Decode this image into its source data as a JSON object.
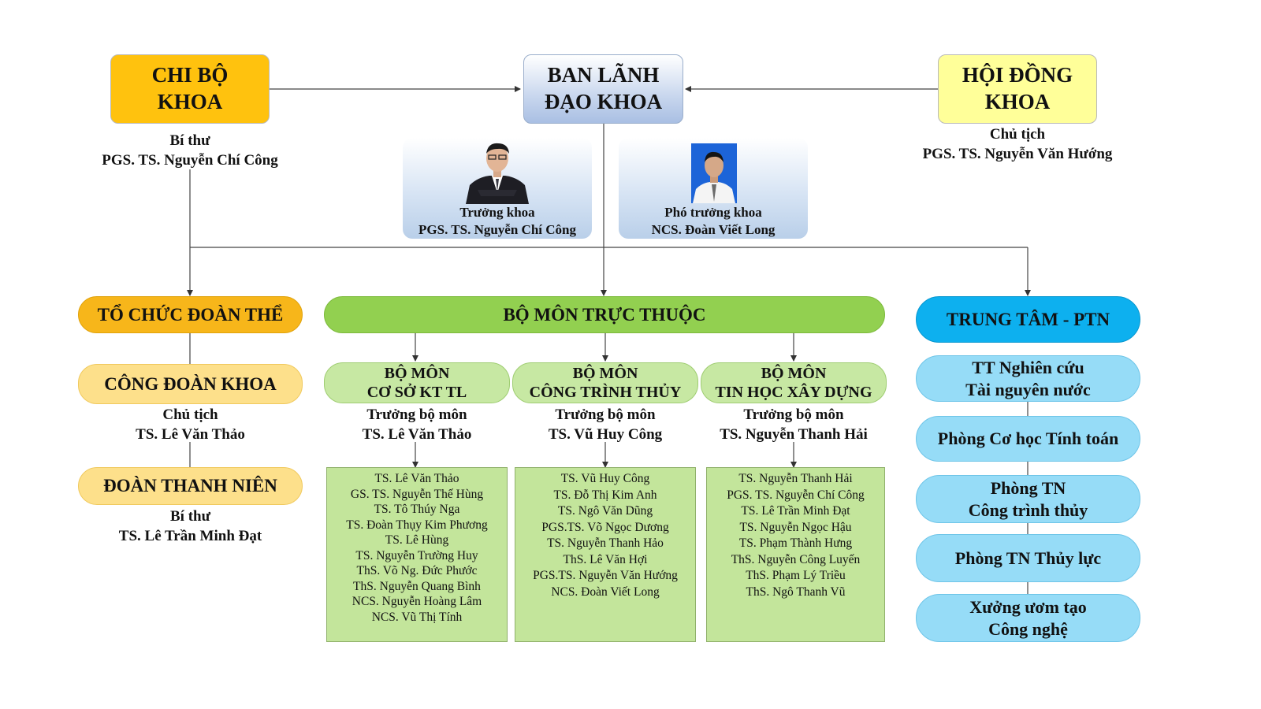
{
  "chi_bo": {
    "line1": "CHI BỘ",
    "line2": "KHOA",
    "caption1": "Bí thư",
    "caption2": "PGS. TS. Nguyễn Chí Công"
  },
  "ban_lanh_dao": {
    "line1": "BAN LÃNH",
    "line2": "ĐẠO KHOA"
  },
  "hoi_dong": {
    "line1": "HỘI ĐỒNG",
    "line2": "KHOA",
    "caption1": "Chủ tịch",
    "caption2": "PGS. TS. Nguyễn Văn Hướng"
  },
  "truong_khoa": {
    "role": "Trưởng khoa",
    "name": "PGS. TS. Nguyễn Chí Công"
  },
  "pho_truong_khoa": {
    "role": "Phó trưởng khoa",
    "name": "NCS. Đoàn Viết Long"
  },
  "to_chuc": {
    "title": "TỔ CHỨC ĐOÀN THỂ"
  },
  "cong_doan": {
    "title": "CÔNG ĐOÀN KHOA",
    "caption1": "Chủ tịch",
    "caption2": "TS. Lê Văn Thảo"
  },
  "doan_thanh_nien": {
    "title": "ĐOÀN THANH NIÊN",
    "caption1": "Bí thư",
    "caption2": "TS. Lê Trần Minh Đạt"
  },
  "bo_mon_truc_thuoc": {
    "title": "BỘ MÔN TRỰC THUỘC"
  },
  "departments": [
    {
      "line1": "BỘ MÔN",
      "line2": "CƠ SỞ KT TL",
      "caption1": "Trưởng bộ môn",
      "caption2": "TS. Lê Văn Thảo",
      "members": [
        "TS. Lê Văn Thảo",
        "GS. TS. Nguyễn Thế Hùng",
        "TS. Tô Thúy Nga",
        "TS. Đoàn Thụy Kim Phương",
        "TS. Lê Hùng",
        "TS. Nguyễn Trường Huy",
        "ThS. Võ Ng. Đức Phước",
        "ThS. Nguyễn Quang Bình",
        "NCS. Nguyễn Hoàng Lâm",
        "NCS. Vũ Thị Tính"
      ]
    },
    {
      "line1": "BỘ MÔN",
      "line2": "CÔNG TRÌNH THỦY",
      "caption1": "Trưởng bộ môn",
      "caption2": "TS. Vũ Huy Công",
      "members": [
        "TS. Vũ Huy Công",
        "TS. Đỗ Thị Kim Anh",
        "TS. Ngô Văn Dũng",
        "PGS.TS. Võ Ngọc Dương",
        "TS. Nguyễn Thanh Hảo",
        "ThS. Lê Văn Hợi",
        "PGS.TS. Nguyễn Văn Hướng",
        "NCS. Đoàn Viết Long"
      ]
    },
    {
      "line1": "BỘ MÔN",
      "line2": "TIN HỌC XÂY DỰNG",
      "caption1": "Trưởng bộ môn",
      "caption2": "TS. Nguyễn Thanh Hải",
      "members": [
        "TS. Nguyễn Thanh Hải",
        "PGS. TS. Nguyễn Chí Công",
        "TS. Lê Trần Minh Đạt",
        "TS. Nguyễn Ngọc Hậu",
        "TS. Phạm Thành Hưng",
        "ThS. Nguyễn Công Luyến",
        "ThS. Phạm Lý Triều",
        "ThS. Ngô Thanh Vũ"
      ]
    }
  ],
  "trung_tam": {
    "title": "TRUNG TÂM - PTN"
  },
  "centers": [
    {
      "line1": "TT Nghiên cứu",
      "line2": "Tài nguyên nước"
    },
    {
      "line1": "Phòng Cơ học Tính toán",
      "line2": ""
    },
    {
      "line1": "Phòng TN",
      "line2": "Công trình thủy"
    },
    {
      "line1": "Phòng TN Thủy lực",
      "line2": ""
    },
    {
      "line1": "Xưởng ươm tạo",
      "line2": "Công nghệ"
    }
  ]
}
